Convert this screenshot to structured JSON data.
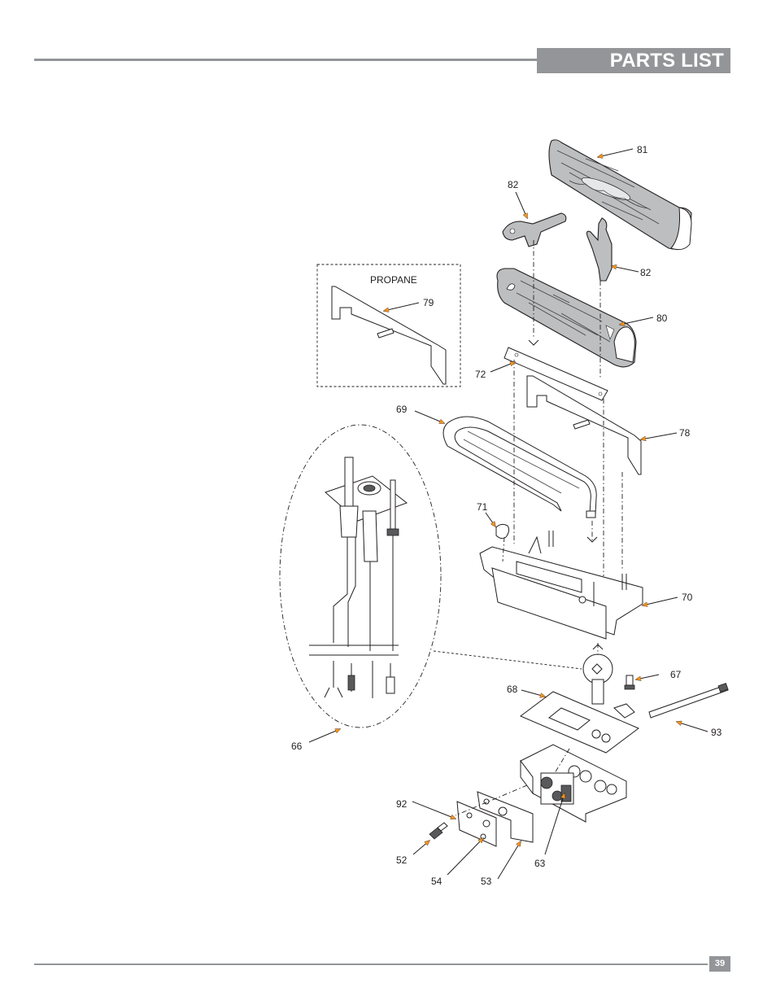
{
  "header": {
    "title": "PARTS LIST"
  },
  "footer": {
    "page_number": "39"
  },
  "diagram": {
    "callouts": {
      "c81": "81",
      "c82a": "82",
      "c82b": "82",
      "c80": "80",
      "c79": "79",
      "c72": "72",
      "c69": "69",
      "c78": "78",
      "c71": "71",
      "c70": "70",
      "c67": "67",
      "c68": "68",
      "c93": "93",
      "c66": "66",
      "c92": "92",
      "c52": "52",
      "c54": "54",
      "c53": "53",
      "c63": "63"
    },
    "propane_label": "PROPANE"
  },
  "colors": {
    "header_bar": "#939598",
    "log_fill": "#bcbec0",
    "line": "#231f20"
  }
}
